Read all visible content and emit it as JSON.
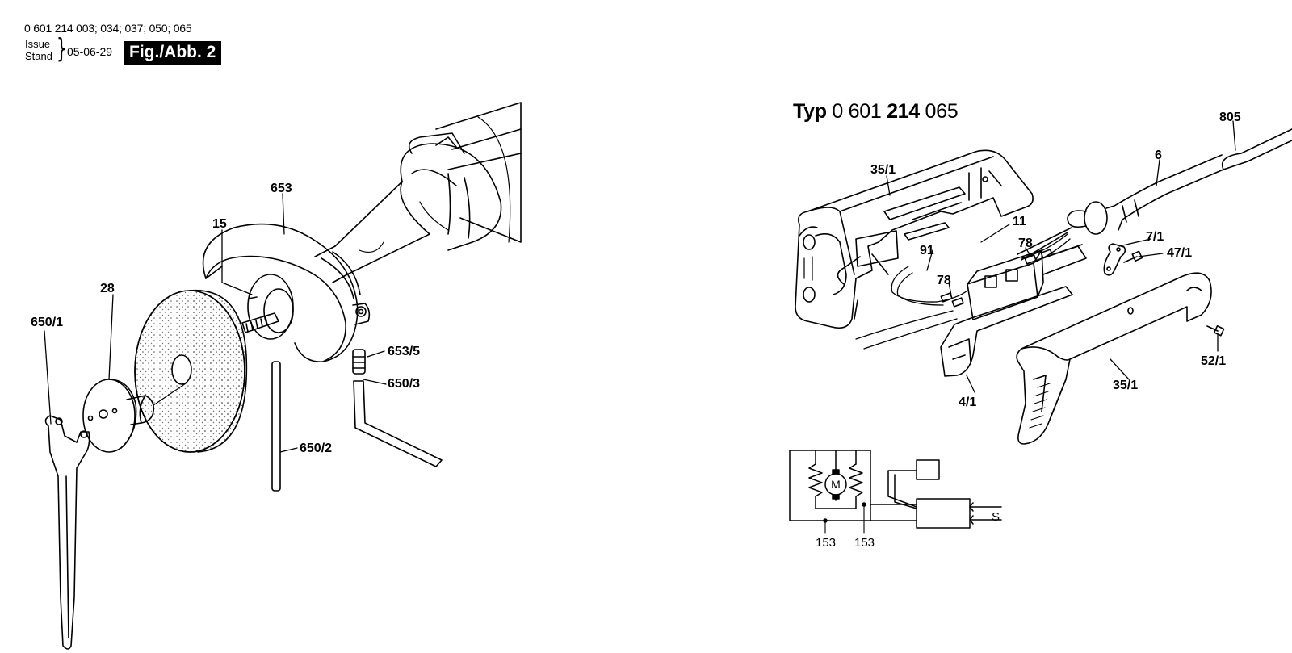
{
  "header": {
    "models": "0 601 214 003; 034; 037; 050; 065",
    "issue_en": "Issue",
    "issue_de": "Stand",
    "brace": "}",
    "date": "05-06-29",
    "figure": "Fig./Abb. 2"
  },
  "typ": {
    "word": "Typ",
    "part1": "0 601",
    "part2": "214",
    "part3": "065"
  },
  "labels": {
    "l653": "653",
    "l15": "15",
    "l28": "28",
    "l650_1": "650/1",
    "l653_5": "653/5",
    "l650_3": "650/3",
    "l650_2": "650/2",
    "l35_1_top": "35/1",
    "l805": "805",
    "l6": "6",
    "l11": "11",
    "l91": "91",
    "l78_a": "78",
    "l78_b": "78",
    "l7_1": "7/1",
    "l47_1": "47/1",
    "l52_1": "52/1",
    "l35_1_bot": "35/1",
    "l4_1": "4/1"
  },
  "schematic": {
    "motor": "M",
    "s_label": "S",
    "n153_a": "153",
    "n153_b": "153"
  }
}
